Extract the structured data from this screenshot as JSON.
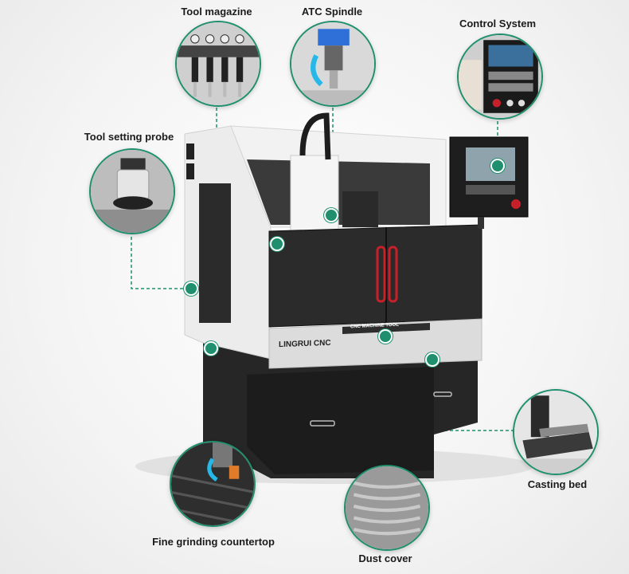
{
  "callouts": [
    {
      "label": "Tool magazine",
      "icon": "tool-magazine-icon"
    },
    {
      "label": "ATC Spindle",
      "icon": "atc-spindle-icon"
    },
    {
      "label": "Control System",
      "icon": "control-system-icon"
    },
    {
      "label": "Tool setting probe",
      "icon": "tool-setting-probe-icon"
    },
    {
      "label": "Casting bed",
      "icon": "casting-bed-icon"
    },
    {
      "label": "Fine grinding countertop",
      "icon": "grinding-countertop-icon"
    },
    {
      "label": "Dust cover",
      "icon": "dust-cover-icon"
    }
  ],
  "machine": {
    "brand": "LINGRUI CNC",
    "panel_label": "CNC MACHINE TOOL"
  },
  "colors": {
    "accent": "#1f8f6d",
    "body_black": "#2a2a2a",
    "body_white": "#e9e9e9",
    "handle_red": "#c8202a"
  }
}
